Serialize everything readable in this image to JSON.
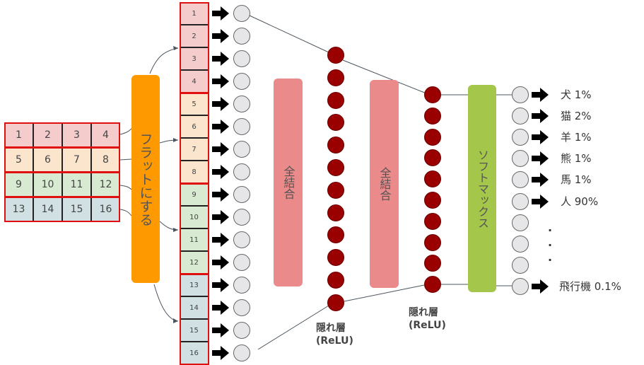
{
  "input_grid": {
    "rows": [
      [
        "1",
        "2",
        "3",
        "4"
      ],
      [
        "5",
        "6",
        "7",
        "8"
      ],
      [
        "9",
        "10",
        "11",
        "12"
      ],
      [
        "13",
        "14",
        "15",
        "16"
      ]
    ],
    "row_colors": [
      "#f4cccc",
      "#fce5cd",
      "#d9ead3",
      "#d0e0e3"
    ]
  },
  "flatten_label": "フラットにする",
  "flattened": [
    "1",
    "2",
    "3",
    "4",
    "5",
    "6",
    "7",
    "8",
    "9",
    "10",
    "11",
    "12",
    "13",
    "14",
    "15",
    "16"
  ],
  "fc_label": "全結合",
  "softmax_label": "ソフトマックス",
  "hidden_layers": [
    {
      "title": "隠れ層",
      "activation": "(ReLU)",
      "nodes": 12
    },
    {
      "title": "隠れ層",
      "activation": "(ReLU)",
      "nodes": 10
    }
  ],
  "outputs": [
    {
      "label": "犬 1%"
    },
    {
      "label": "猫 2%"
    },
    {
      "label": "羊 1%"
    },
    {
      "label": "熊 1%"
    },
    {
      "label": "馬 1%"
    },
    {
      "label": "人 90%"
    }
  ],
  "ellipsis": ".",
  "last_output": {
    "label": "飛行機 0.1%"
  },
  "colors": {
    "flatten": "#ff9900",
    "fc": "#ea8a8a",
    "softmax": "#a4c64a",
    "neuron": "#9b0000",
    "frame": "#e01010"
  }
}
